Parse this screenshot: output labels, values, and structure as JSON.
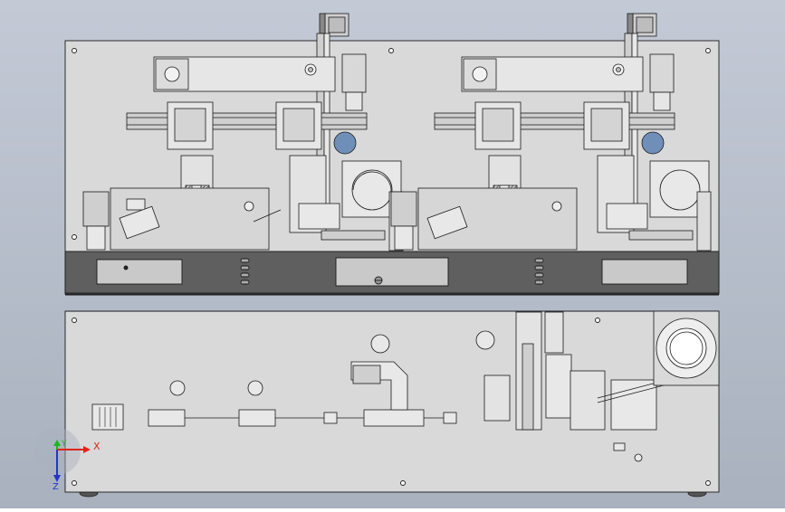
{
  "viewport": {
    "background_top": "#c3cad6",
    "background_bottom": "#a9b1be",
    "plate_color": "#d9d9d9",
    "line_color": "#1a1a1a",
    "band_color": "#5f5f5f",
    "recess_color": "#c9c9c9",
    "roller_color": "#6f8fb8"
  },
  "triad": {
    "x_label": "X",
    "y_label": "Y",
    "z_label": "Z",
    "x_color": "#e0231c",
    "y_color": "#1fb51f",
    "z_color": "#2434c8"
  }
}
